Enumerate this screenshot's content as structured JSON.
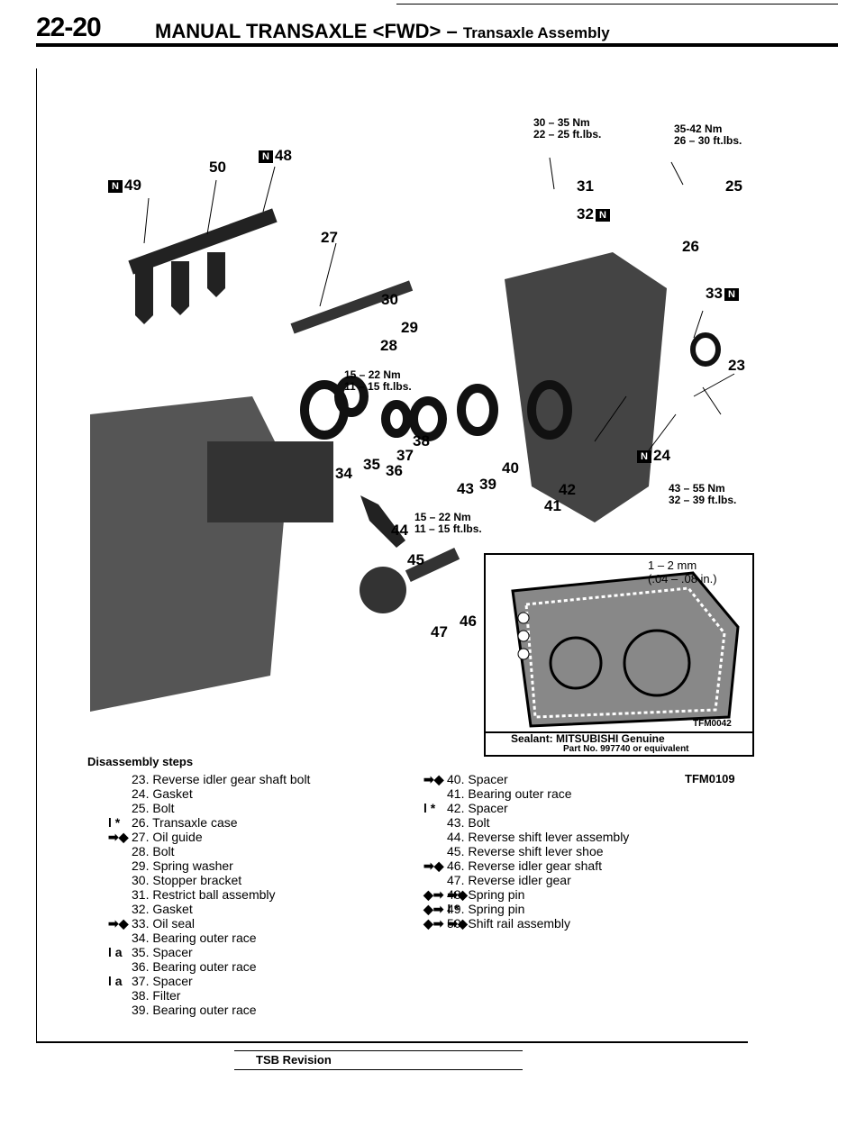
{
  "header": {
    "page_number": "22-20",
    "title": "MANUAL TRANSAXLE <FWD> – ",
    "subtitle": "Transaxle Assembly"
  },
  "torque_specs": {
    "t31": "30 – 35 Nm",
    "t31_ft": "22 – 25 ft.lbs.",
    "t25": "35-42 Nm",
    "t25_ft": "26 – 30 ft.lbs.",
    "t28": "15 – 22 Nm",
    "t28_ft": "11 – 15 ft.lbs.",
    "t44": "15 – 22 Nm",
    "t44_ft": "11 – 15 ft.lbs.",
    "t23": "43 – 55 Nm",
    "t23_ft": "32 – 39 ft.lbs."
  },
  "callouts": [
    "49",
    "50",
    "48",
    "27",
    "31",
    "32",
    "25",
    "26",
    "33",
    "30",
    "29",
    "28",
    "23",
    "38",
    "37",
    "35",
    "34",
    "36",
    "40",
    "39",
    "43",
    "42",
    "41",
    "24",
    "44",
    "45",
    "46",
    "47"
  ],
  "inset": {
    "bead": "1 – 2 mm",
    "bead_in": "(.04 – .08 in.)",
    "fig_id": "TFM0042",
    "sealant_line1": "Sealant: MITSUBISHI Genuine",
    "sealant_line2": "Part No. 997740 or equivalent"
  },
  "steps_title": "Disassembly steps",
  "steps_left": [
    {
      "mark": "",
      "text": "23. Reverse idler gear shaft bolt"
    },
    {
      "mark": "",
      "text": "24. Gasket"
    },
    {
      "mark": "",
      "text": "25. Bolt"
    },
    {
      "mark": "l *",
      "text": "26. Transaxle case"
    },
    {
      "mark": "➡◆",
      "text": "27. Oil guide"
    },
    {
      "mark": "",
      "text": "28. Bolt"
    },
    {
      "mark": "",
      "text": "29. Spring washer"
    },
    {
      "mark": "",
      "text": "30. Stopper bracket"
    },
    {
      "mark": "",
      "text": "31. Restrict ball assembly"
    },
    {
      "mark": "",
      "text": "32. Gasket"
    },
    {
      "mark": "➡◆",
      "text": "33. Oil seal"
    },
    {
      "mark": "",
      "text": "34. Bearing outer race"
    },
    {
      "mark": "l a",
      "text": "35. Spacer"
    },
    {
      "mark": "",
      "text": "36. Bearing outer race"
    },
    {
      "mark": "l a",
      "text": "37. Spacer"
    },
    {
      "mark": "",
      "text": "38. Filter"
    },
    {
      "mark": "",
      "text": "39. Bearing outer race"
    }
  ],
  "steps_right": [
    {
      "mark": "➡◆",
      "text": "40. Spacer"
    },
    {
      "mark": "",
      "text": "41. Bearing outer race"
    },
    {
      "mark": "l *",
      "text": "42. Spacer"
    },
    {
      "mark": "",
      "text": "43. Bolt"
    },
    {
      "mark": "",
      "text": "44. Reverse shift lever assembly"
    },
    {
      "mark": "",
      "text": "45. Reverse shift lever shoe"
    },
    {
      "mark": "➡◆",
      "text": "46. Reverse idler gear shaft"
    },
    {
      "mark": "",
      "text": "47. Reverse idler gear"
    },
    {
      "mark": "◆➡ ➡◆",
      "text": "48. Spring pin"
    },
    {
      "mark": "◆➡ l *",
      "text": "49. Spring pin"
    },
    {
      "mark": "◆➡ ➡◆",
      "text": "50. Shift rail assembly"
    }
  ],
  "fig_ref": "TFM0109",
  "footer": {
    "tsb": "TSB Revision"
  }
}
